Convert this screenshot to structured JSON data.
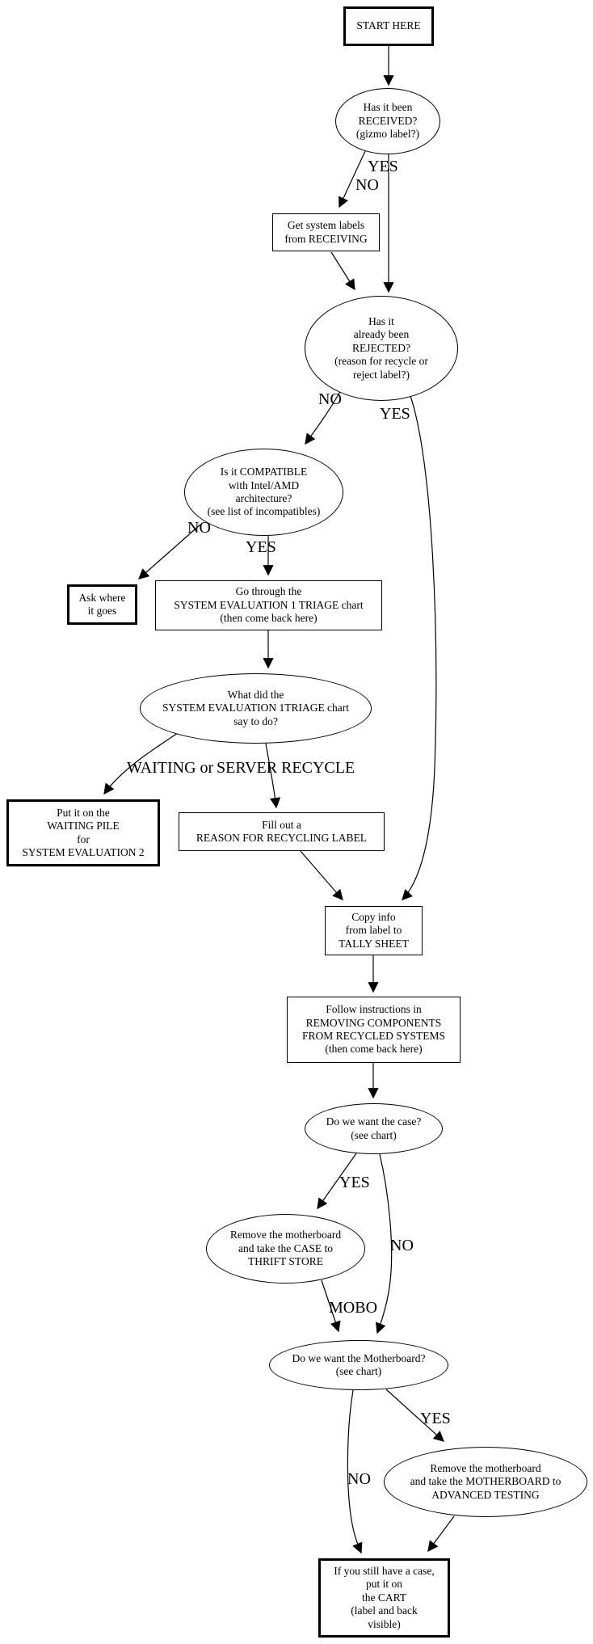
{
  "diagram": {
    "nodes": {
      "start": "START HERE",
      "received": "Has it been\nRECEIVED?\n(gizmo label?)",
      "get_labels": "Get system labels\nfrom RECEIVING",
      "rejected": "Has it\nalready been\nREJECTED?\n(reason for recycle or\nreject label?)",
      "compatible": "Is it COMPATIBLE\nwith Intel/AMD\narchitecture?\n(see list of incompatibles)",
      "ask_where": "Ask where\nit goes",
      "go_through": "Go through the\nSYSTEM EVALUATION 1 TRIAGE chart\n(then come back here)",
      "what_did": "What did the\nSYSTEM EVALUATION 1TRIAGE chart\nsay to do?",
      "waiting_pile": "Put it on the\nWAITING PILE\nfor\nSYSTEM EVALUATION 2",
      "fill_out": "Fill out a\nREASON FOR RECYCLING LABEL",
      "copy_info": "Copy info\nfrom label to\nTALLY SHEET",
      "follow_instructions": "Follow instructions in\nREMOVING COMPONENTS\nFROM RECYCLED SYSTEMS\n(then come back here)",
      "want_case": "Do we want the case?\n(see chart)",
      "thrift_store": "Remove the motherboard\nand take the CASE to\nTHRIFT STORE",
      "want_motherboard": "Do we want the Motherboard?\n(see chart)",
      "advanced_testing": "Remove the motherboard\nand take the MOTHERBOARD to\nADVANCED TESTING",
      "cart": "If you still have a case,\nput it on\nthe CART\n(label and back\nvisible)"
    },
    "edge_labels": {
      "received_yes": "YES",
      "received_no": "NO",
      "rejected_no": "NO",
      "rejected_yes": "YES",
      "compatible_no": "NO",
      "compatible_yes": "YES",
      "what_did_waiting": "WAITING or",
      "what_did_recycle": "SERVER RECYCLE",
      "case_yes": "YES",
      "case_no": "NO",
      "thrift_mobo": "MOBO",
      "motherboard_yes": "YES",
      "motherboard_no": "NO"
    },
    "colors": {
      "line": "#000000",
      "background": "#ffffff"
    }
  }
}
